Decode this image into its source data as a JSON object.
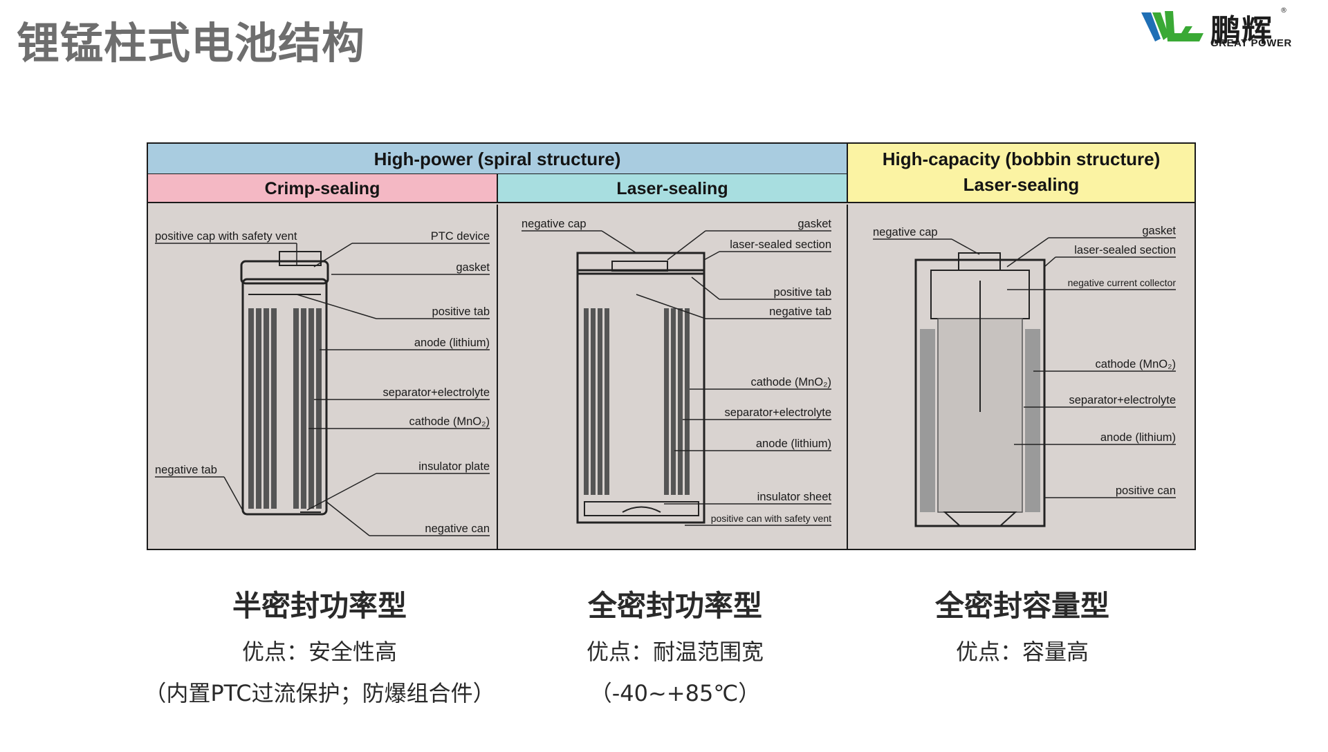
{
  "title": "锂锰柱式电池结构",
  "logo": {
    "cn": "鹏辉",
    "en": "GREAT POWER",
    "reg": "®",
    "brand_green": "#3aa935",
    "brand_blue": "#1f6fb5"
  },
  "colors": {
    "header_blue": "#a9cce0",
    "header_pink": "#f4b8c4",
    "header_teal": "#a8dee0",
    "header_yellow": "#fbf3a3",
    "diagram_bg": "#d9d3d0"
  },
  "diagram": {
    "header_spiral": "High-power (spiral structure)",
    "header_crimp": "Crimp-sealing",
    "header_laser": "Laser-sealing",
    "header_bobbin": "High-capacity (bobbin structure)",
    "header_bobbin_sub": "Laser-sealing",
    "crimp_labels": {
      "positive_cap": "positive cap with safety vent",
      "ptc": "PTC device",
      "gasket": "gasket",
      "positive_tab": "positive tab",
      "anode": "anode (lithium)",
      "separator": "separator+electrolyte",
      "cathode": "cathode (MnO₂)",
      "insulator": "insulator plate",
      "negative_tab": "negative tab",
      "negative_can": "negative can"
    },
    "laser_labels": {
      "negative_cap": "negative cap",
      "gasket": "gasket",
      "laser_sealed": "laser-sealed section",
      "positive_tab": "positive tab",
      "negative_tab": "negative tab",
      "cathode": "cathode (MnO₂)",
      "separator": "separator+electrolyte",
      "anode": "anode (lithium)",
      "insulator": "insulator sheet",
      "positive_can": "positive can with safety vent"
    },
    "bobbin_labels": {
      "negative_cap": "negative cap",
      "gasket": "gasket",
      "laser_sealed": "laser-sealed section",
      "collector": "negative current collector",
      "cathode": "cathode (MnO₂)",
      "separator": "separator+electrolyte",
      "anode": "anode (lithium)",
      "positive_can": "positive can"
    }
  },
  "captions": [
    {
      "title": "半密封功率型",
      "line1": "优点：安全性高",
      "line2": "（内置PTC过流保护；防爆组合件）"
    },
    {
      "title": "全密封功率型",
      "line1": "优点：耐温范围宽",
      "line2": "（-40~+85℃）"
    },
    {
      "title": "全密封容量型",
      "line1": "优点：容量高",
      "line2": ""
    }
  ]
}
